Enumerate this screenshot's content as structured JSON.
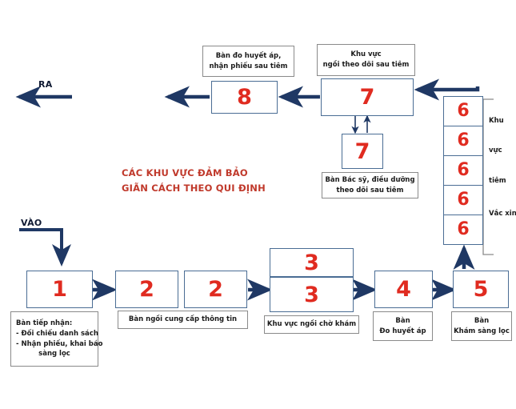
{
  "diagram": {
    "title_note": {
      "line1": "CÁC KHU VỰC ĐẢM BẢO",
      "line2": "GIÃN CÁCH THEO QUI ĐỊNH",
      "color": "#c0392b"
    },
    "entry_label": "VÀO",
    "exit_label": "RA",
    "colors": {
      "box_border": "#4a6d94",
      "number": "#e02b20",
      "arrow": "#1f3864",
      "caption_border": "#8a8a8a",
      "bracket": "#8a8a8a"
    },
    "stations": [
      {
        "number": "1",
        "caption_lines": [
          "Bàn tiếp nhận:",
          "- Đối chiếu danh sách",
          "- Nhận phiếu, khai báo",
          "sàng lọc"
        ]
      },
      {
        "number": "2",
        "caption_lines": []
      },
      {
        "number": "2",
        "caption_lines": [
          "Bàn ngồi cung cấp thông tin"
        ]
      },
      {
        "number": "3",
        "caption_lines": []
      },
      {
        "number": "3",
        "caption_lines": [
          "Khu vực ngồi chờ khám"
        ]
      },
      {
        "number": "4",
        "caption_lines": [
          "Bàn",
          "Đo huyết áp"
        ]
      },
      {
        "number": "5",
        "caption_lines": [
          "Bàn",
          "Khám sàng lọc"
        ]
      },
      {
        "number": "6",
        "caption_lines": []
      },
      {
        "number": "6",
        "caption_lines": []
      },
      {
        "number": "6",
        "caption_lines": []
      },
      {
        "number": "6",
        "caption_lines": []
      },
      {
        "number": "6",
        "caption_lines": []
      },
      {
        "number": "7",
        "caption_lines": [
          "Khu vực",
          "ngồi theo dõi sau tiêm"
        ]
      },
      {
        "number": "7",
        "caption_lines": [
          "Bàn Bác sỹ, điều dưỡng",
          "theo dõi sau tiêm"
        ]
      },
      {
        "number": "8",
        "caption_lines": [
          "Bàn đo huyết áp,",
          "nhận phiếu sau tiêm"
        ]
      }
    ],
    "captions": {
      "reception": {
        "l1": "Bàn tiếp nhận:",
        "l2": "- Đối chiếu danh sách",
        "l3": "- Nhận phiếu, khai báo",
        "l4": "sàng lọc"
      },
      "info_desk": "Bàn ngồi cung cấp thông tin",
      "waiting_area": "Khu vực ngồi chờ khám",
      "bp_desk": {
        "l1": "Bàn",
        "l2": "Đo huyết áp"
      },
      "screening_desk": {
        "l1": "Bàn",
        "l2": "Khám sàng lọc"
      },
      "post_inject_area": {
        "l1": "Khu vực",
        "l2": "ngồi theo dõi sau tiêm"
      },
      "doctor_desk": {
        "l1": "Bàn Bác sỹ, điều dưỡng",
        "l2": "theo dõi sau tiêm"
      },
      "bp_receipt_desk": {
        "l1": "Bàn đo huyết áp,",
        "l2": "nhận phiếu sau tiêm"
      }
    },
    "vaccination_bracket": {
      "word1": "Khu",
      "word2": "vực",
      "word3": "tiêm",
      "word4": "Vắc xin"
    },
    "numbers": {
      "n1": "1",
      "n2a": "2",
      "n2b": "2",
      "n3a": "3",
      "n3b": "3",
      "n4": "4",
      "n5": "5",
      "n6a": "6",
      "n6b": "6",
      "n6c": "6",
      "n6d": "6",
      "n6e": "6",
      "n7a": "7",
      "n7b": "7",
      "n8": "8"
    }
  }
}
